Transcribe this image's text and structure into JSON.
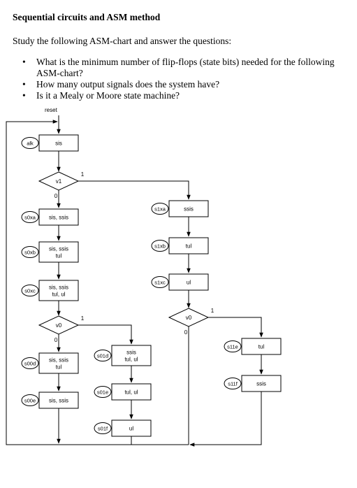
{
  "document": {
    "title": "Sequential circuits and ASM method",
    "intro": "Study the following ASM-chart and answer the questions:",
    "questions": [
      "What is the minimum number of flip-flops (state bits) needed for the following ASM-chart?",
      "How many output signals does the system have?",
      "Is it a Mealy or Moore state machine?"
    ]
  },
  "asm": {
    "reset_label": "reset",
    "states": {
      "alk": {
        "tag": "alk",
        "lines": [
          "sis"
        ]
      },
      "s0xa": {
        "tag": "s0xa",
        "lines": [
          "sis, ssis"
        ]
      },
      "s0xb": {
        "tag": "s0xb",
        "lines": [
          "sis, ssis",
          "tul"
        ]
      },
      "s0xc": {
        "tag": "s0xc",
        "lines": [
          "sis, ssis",
          "tul, ul"
        ]
      },
      "s00d": {
        "tag": "s00d",
        "lines": [
          "sis, ssis",
          "tul"
        ]
      },
      "s00e": {
        "tag": "s00e",
        "lines": [
          "sis, ssis"
        ]
      },
      "s01d": {
        "tag": "s01d",
        "lines": [
          "ssis",
          "tul, ul"
        ]
      },
      "s01e": {
        "tag": "s01e",
        "lines": [
          "tul, ul"
        ]
      },
      "s01f": {
        "tag": "s01f",
        "lines": [
          "ul"
        ]
      },
      "s1xa": {
        "tag": "s1xa",
        "lines": [
          "ssis"
        ]
      },
      "s1xb": {
        "tag": "s1xb",
        "lines": [
          "tul"
        ]
      },
      "s1xc": {
        "tag": "s1xc",
        "lines": [
          "ul"
        ]
      },
      "s11e": {
        "tag": "s11e",
        "lines": [
          "tul"
        ]
      },
      "s11f": {
        "tag": "s11f",
        "lines": [
          "ssis"
        ]
      }
    },
    "decisions": {
      "d_v1": {
        "label": "v1",
        "true_label": "1",
        "false_label": "0"
      },
      "d_v0_left": {
        "label": "v0",
        "true_label": "1",
        "false_label": "0"
      },
      "d_v0_right": {
        "label": "v0",
        "true_label": "1",
        "false_label": "0"
      }
    }
  }
}
